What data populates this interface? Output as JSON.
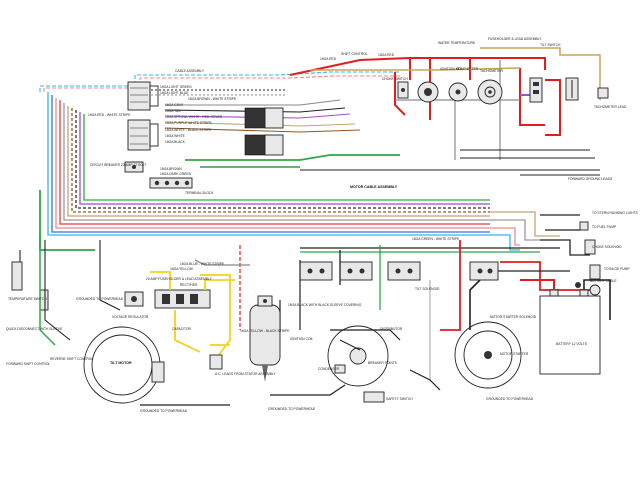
{
  "labels": {
    "shift_control": "SHIFT CONTROL",
    "cable_assembly": "CABLE ASSEMBLY",
    "light_green": "16GA LIGHT GREEN",
    "light_blue": "16GA LIGHT BLUE",
    "brown_white": "16GA BROWN - WHITE STRIPE",
    "gray": "16GA GRAY",
    "tan": "16GA TAN",
    "red_1": "16GA RED",
    "red_2": "16GA RED",
    "red_white_stripe": "16GA RED - WHITE STRIPE",
    "special_white_red": "16GA SPECIAL WHITE - RED STRIPE",
    "purple_white": "16GA PURPLE WHITE STRIPE",
    "white_black": "16GA WHITE - BLACK STRIPE",
    "white": "16GA WHITE",
    "black": "16GA BLACK",
    "circuit_breaker": "CIRCUIT BREAKER 20 AMP 12 VOLT",
    "terminal_block": "TERMINAL BLOCK",
    "dark_green": "16GA DARK GREEN",
    "brown": "16GA BROWN",
    "hour_meter": "HOUR METER",
    "tachometer": "TACHOMETER",
    "ignition_key": "IGNITION KEY",
    "temp_gauge": "WATER TEMPERATURE",
    "fuse_holder": "FUSEHOLDER & LEAD ASSEMBLY",
    "choke_switch": "CHOKE SWITCH",
    "tilt_switch": "TILT SWITCH",
    "tach_lead": "TACHOMETER LEAD",
    "motor_cable": "MOTOR CABLE ASSEMBLY",
    "ground_leads": "FORWARD GROUND LEADS",
    "green_white": "16GA GREEN - WHITE STRIPE",
    "to_stern": "TO STERN RUNNING LIGHTS",
    "to_fuel": "TO FUEL PUMP",
    "choke_solenoid": "CHOKE SOLENOID",
    "bilge_pump": "TO BILGE PUMP",
    "battery_cable": "BATTERY CABLE",
    "battery": "BATTERY 12 VOLTS",
    "motor_starter": "MOTOR STARTER",
    "starter_solenoid": "MOTOR STARTER SOLENOID",
    "tilt_solenoid": "TILT SOLENOID",
    "grounded_powerhead_1": "GROUNDED TO POWERHEAD",
    "grounded_powerhead_2": "GROUNDED TO POWERHEAD",
    "grounded_powerhead_3": "GROUNDED TO POWERHEAD",
    "grounded_powerhead_4": "GROUNDED TO POWERHEAD",
    "tilt_motor": "TILT MOTOR",
    "voltage_regulator": "VOLTAGE REGULATOR",
    "rectifier": "RECTIFIER",
    "ignition_coil": "IGNITION COIL",
    "distributor": "DISTRIBUTOR",
    "breaker_points": "BREAKER POINTS",
    "condenser": "CONDENSER",
    "safety_switch": "SAFETY SWITCH",
    "temp_switch": "TEMPERATURE SWITCH",
    "reverse_shift": "REVERSE SHIFT CONTROL",
    "forward_shift": "FORWARD SHIFT CONTROL",
    "quick_disconnect": "QUICK DISCONNECT WITH SLEEVE",
    "stator_leads": "A.C. LEADS FROM STATOR ASSEMBLY",
    "capacitor": "CAPACITOR",
    "black_sleeve": "16GA BLACK WITH BLACK SLEEVE COVERING",
    "yellow": "16GA YELLOW",
    "blue_white": "16GA BLUE - WHITE STRIPE",
    "yellow_black": "16GA YELLOW - BLACK STRIPE",
    "fuseholder_lead": "20 AMP FUSEHOLDER & LEAD ASSEMBLY"
  }
}
